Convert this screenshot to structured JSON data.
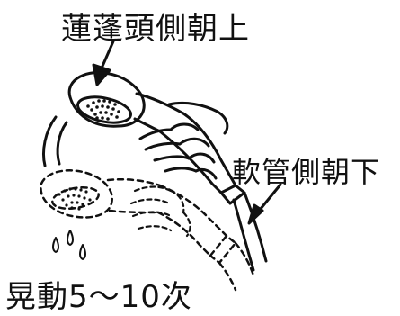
{
  "diagram": {
    "labels": {
      "shower_head_up": "蓮蓬頭側朝上",
      "hose_side_down": "軟管側朝下",
      "shake_times": "晃動5～10次"
    },
    "colors": {
      "ink": "#111111",
      "background": "#ffffff"
    }
  }
}
